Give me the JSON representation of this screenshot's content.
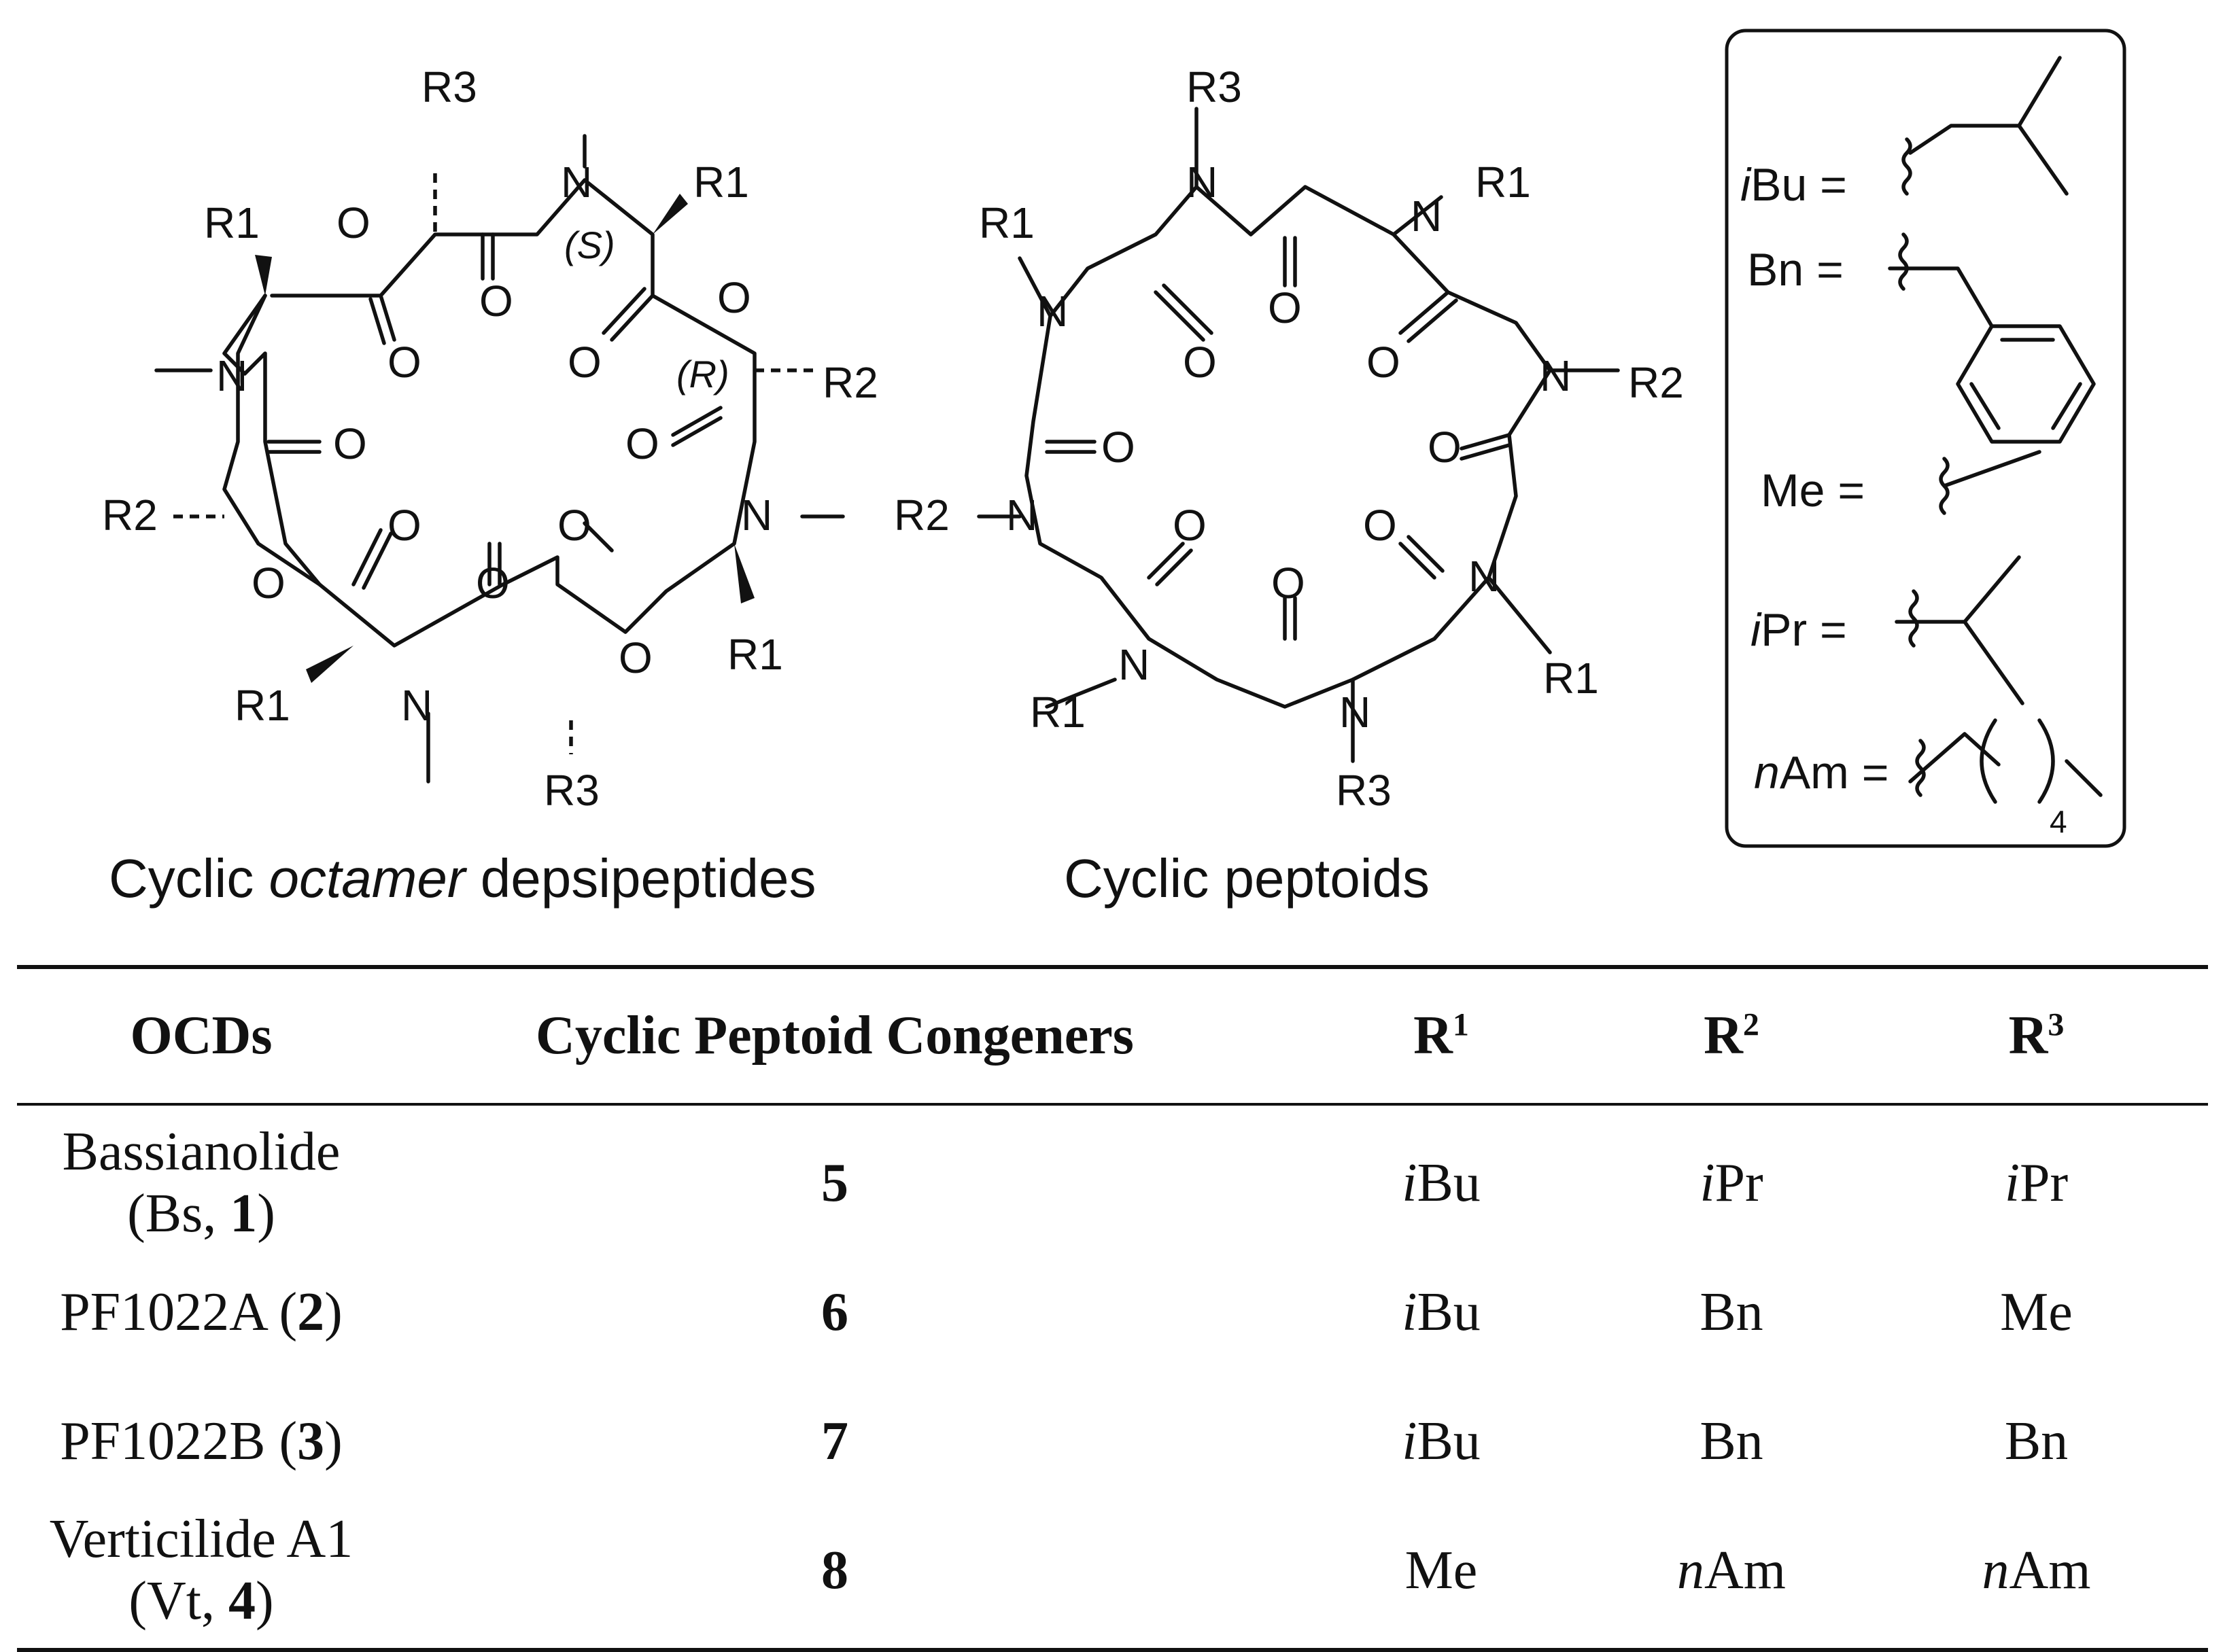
{
  "structures": {
    "left_caption_pre": "Cyclic ",
    "left_caption_em": "octamer",
    "left_caption_post": " depsipeptides",
    "right_caption": "Cyclic peptoids",
    "atoms": {
      "N": "N",
      "O": "O",
      "R1": "R1",
      "R2": "R2",
      "R3": "R3",
      "S_label": "(S)",
      "R_label": "(R)"
    }
  },
  "legend": {
    "ibu_prefix": "i",
    "ibu_rest": "Bu =",
    "bn": "Bn =",
    "me": "Me =",
    "ipr_prefix": "i",
    "ipr_rest": "Pr =",
    "nam_prefix": "n",
    "nam_rest": "Am =",
    "nam_subscript": "4"
  },
  "table": {
    "headers": [
      "OCDs",
      "Cyclic Peptoid Congeners",
      "R",
      "R",
      "R"
    ],
    "header_sups": [
      "1",
      "2",
      "3"
    ],
    "rows": [
      {
        "ocd_name": "Bassianolide (Bs, ",
        "ocd_num": "1",
        "ocd_close": ")",
        "congener": "5",
        "r1_pre": "i",
        "r1": "Bu",
        "r2_pre": "i",
        "r2": "Pr",
        "r3_pre": "i",
        "r3": "Pr"
      },
      {
        "ocd_name": "PF1022A (",
        "ocd_num": "2",
        "ocd_close": ")",
        "congener": "6",
        "r1_pre": "i",
        "r1": "Bu",
        "r2_pre": "",
        "r2": "Bn",
        "r3_pre": "",
        "r3": "Me"
      },
      {
        "ocd_name": "PF1022B (",
        "ocd_num": "3",
        "ocd_close": ")",
        "congener": "7",
        "r1_pre": "i",
        "r1": "Bu",
        "r2_pre": "",
        "r2": "Bn",
        "r3_pre": "",
        "r3": "Bn"
      },
      {
        "ocd_name": "Verticilide A1 (Vt, ",
        "ocd_num": "4",
        "ocd_close": ")",
        "congener": "8",
        "r1_pre": "",
        "r1": "Me",
        "r2_pre": "n",
        "r2": "Am",
        "r3_pre": "n",
        "r3": "Am"
      }
    ]
  }
}
